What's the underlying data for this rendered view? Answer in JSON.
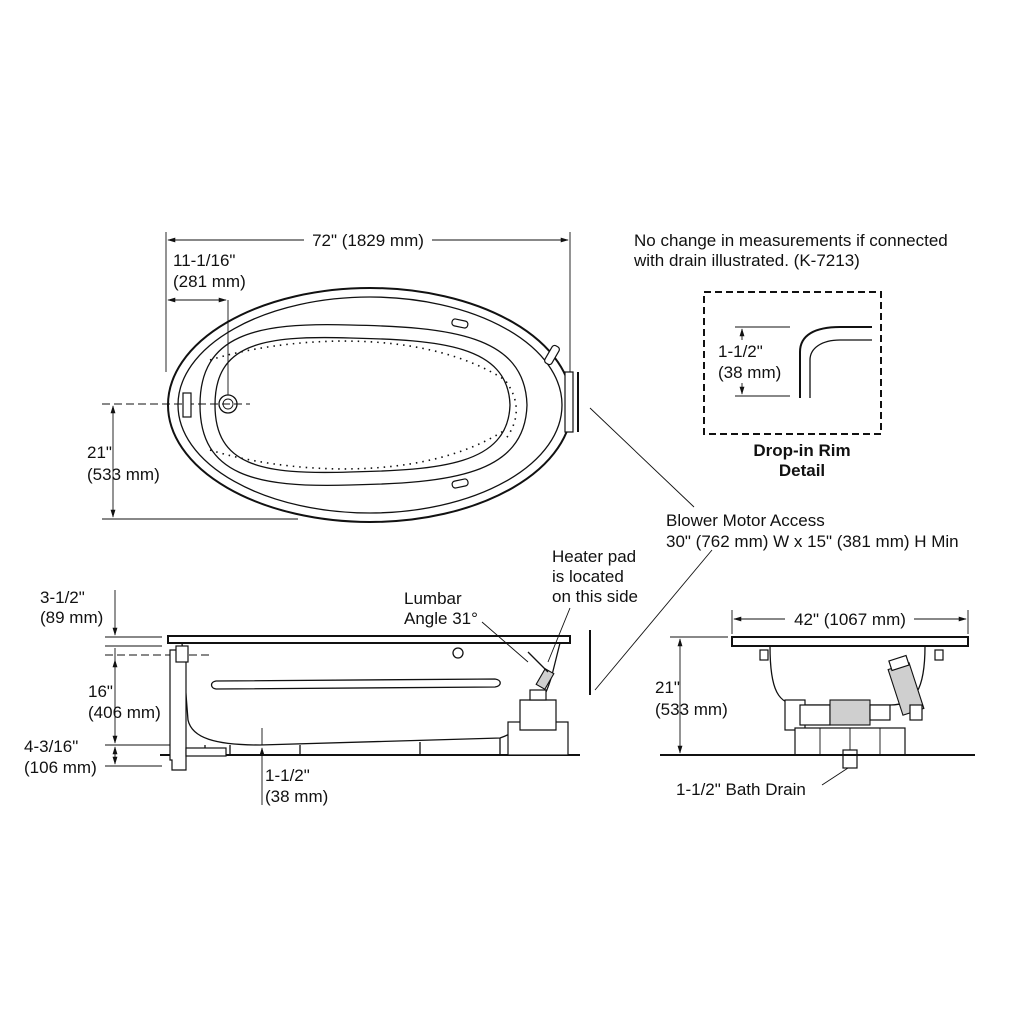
{
  "top_view": {
    "length": "72\" (1829 mm)",
    "drain_offset_1": "11-1/16\"",
    "drain_offset_2": "(281 mm)",
    "drain_height_1": "21\"",
    "drain_height_2": "(533 mm)"
  },
  "note": {
    "line1": "No change in measurements if connected",
    "line2": "with drain illustrated. (K-7213)"
  },
  "rim_detail": {
    "dim_1": "1-1/2\"",
    "dim_2": "(38 mm)",
    "caption_1": "Drop-in Rim",
    "caption_2": "Detail"
  },
  "blower": {
    "line1": "Blower Motor Access",
    "line2": "30\" (762 mm) W x 15\" (381 mm) H Min"
  },
  "heater": {
    "line1": "Heater pad",
    "line2": "is located",
    "line3": "on this side"
  },
  "lumbar": {
    "line1": "Lumbar",
    "line2": "Angle 31°"
  },
  "side_view": {
    "rim_1": "3-1/2\"",
    "rim_2": "(89 mm)",
    "depth_1": "16\"",
    "depth_2": "(406 mm)",
    "base_1": "4-3/16\"",
    "base_2": "(106 mm)",
    "drain_1": "1-1/2\"",
    "drain_2": "(38 mm)"
  },
  "end_view": {
    "width": "42\" (1067 mm)",
    "height_1": "21\"",
    "height_2": "(533 mm)",
    "bath_drain": "1-1/2\" Bath Drain"
  }
}
